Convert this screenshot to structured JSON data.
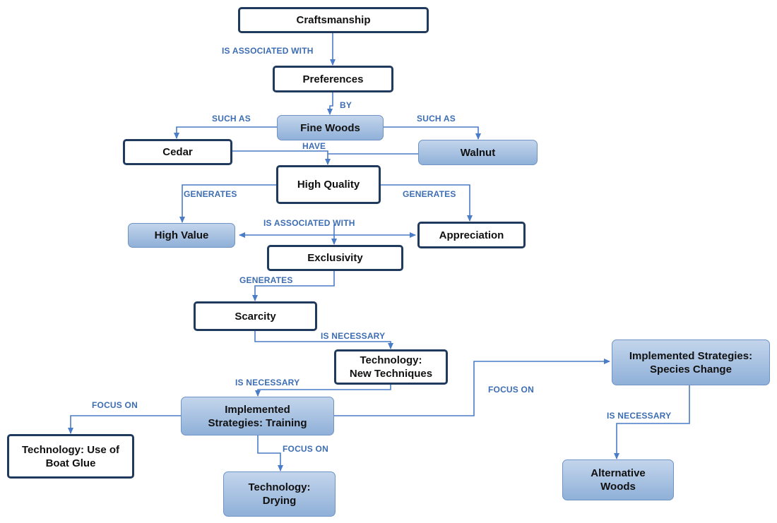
{
  "nodes": {
    "craftsmanship": "Craftsmanship",
    "preferences": "Preferences",
    "fine_woods": "Fine Woods",
    "cedar": "Cedar",
    "walnut": "Walnut",
    "high_quality": "High Quality",
    "high_value": "High Value",
    "appreciation": "Appreciation",
    "exclusivity": "Exclusivity",
    "scarcity": "Scarcity",
    "tech_new_techniques": [
      "Technology:",
      "New Techniques"
    ],
    "strategies_training": [
      "Implemented",
      "Strategies: Training"
    ],
    "strategies_species_change": [
      "Implemented Strategies:",
      "Species Change"
    ],
    "tech_boat_glue": [
      "Technology: Use of",
      "Boat Glue"
    ],
    "tech_drying": [
      "Technology:",
      "Drying"
    ],
    "alternative_woods": [
      "Alternative",
      "Woods"
    ]
  },
  "edge_labels": {
    "is_associated_with_1": "IS ASSOCIATED WITH",
    "by": "BY",
    "such_as_left": "SUCH AS",
    "such_as_right": "SUCH AS",
    "have": "HAVE",
    "generates_left": "GENERATES",
    "generates_right": "GENERATES",
    "is_associated_with_2": "IS ASSOCIATED WITH",
    "generates_exclusivity": "GENERATES",
    "is_necessary_scarcity": "IS NECESSARY",
    "is_necessary_techniques": "IS NECESSARY",
    "focus_on_glue": "FOCUS ON",
    "focus_on_drying": "FOCUS ON",
    "focus_on_species": "FOCUS ON",
    "is_necessary_species": "IS NECESSARY"
  },
  "colors": {
    "edge": "#4a7cc7",
    "label": "#3d6db3",
    "outline_border": "#1f3a5c",
    "filled_top": "#c3d5ec",
    "filled_bottom": "#8fb0d8"
  }
}
